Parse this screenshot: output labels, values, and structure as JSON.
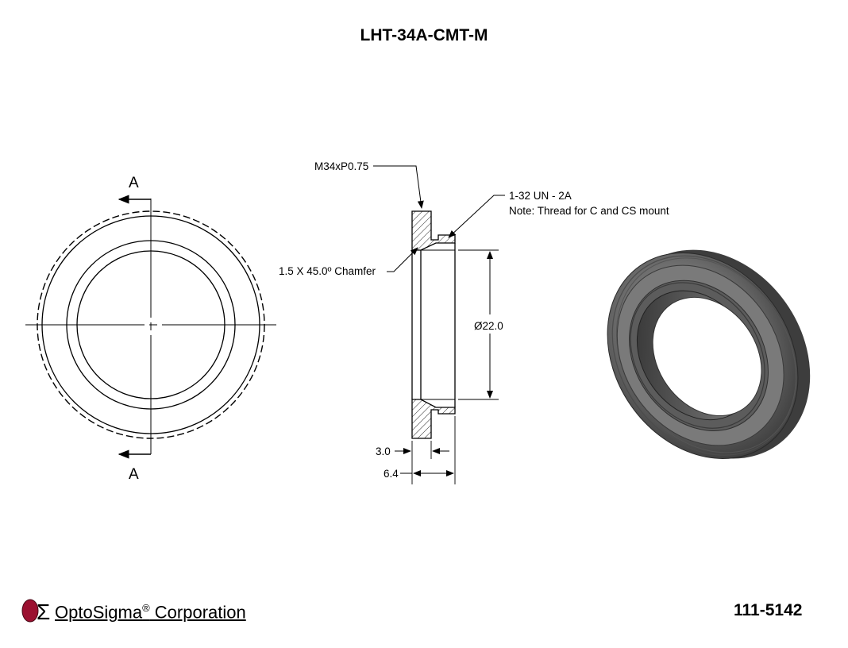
{
  "title": "LHT-34A-CMT-M",
  "part_number": "111-5142",
  "company": {
    "name_part1": "OptoSigma",
    "registered": "®",
    "name_part2": " Corporation",
    "logo_glyph": "Σ"
  },
  "front_view": {
    "section_label_top": "A",
    "section_label_bottom": "A"
  },
  "section_view": {
    "thread_callout": "M34xP0.75",
    "mount_thread_line1": "1-32 UN - 2A",
    "mount_thread_line2": "Note: Thread for C and CS mount",
    "chamfer_callout": "1.5 X 45.0º Chamfer",
    "bore_diameter": "Ø22.0",
    "dim_small": "3.0",
    "dim_total": "6.4"
  },
  "colors": {
    "line": "#000000",
    "ring_dark": "#3a3a3a",
    "ring_mid": "#6a6a6a",
    "logo_red": "#9b1030"
  }
}
